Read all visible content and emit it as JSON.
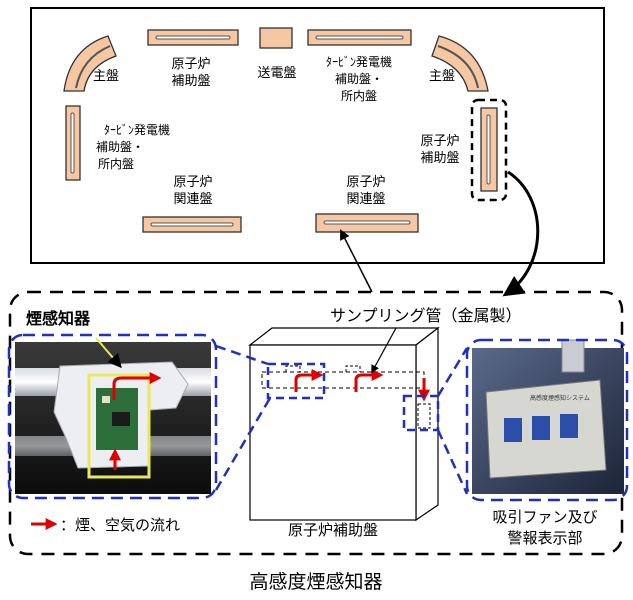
{
  "control_room": {
    "panels": {
      "main_left": "主盤",
      "main_right": "主盤",
      "reactor_aux_top_l1": "原子炉",
      "reactor_aux_top_l2": "補助盤",
      "transmission": "送電盤",
      "turbine_top_l1": "ﾀｰﾋﾞﾝ発電機",
      "turbine_top_l2": "補助盤・",
      "turbine_top_l3": "所内盤",
      "turbine_left_l1": "ﾀｰﾋﾞﾝ発電機",
      "turbine_left_l2": "補助盤・",
      "turbine_left_l3": "所内盤",
      "reactor_aux_right_l1": "原子炉",
      "reactor_aux_right_l2": "補助盤",
      "reactor_rel_left_l1": "原子炉",
      "reactor_rel_left_l2": "関連盤",
      "reactor_rel_right_l1": "原子炉",
      "reactor_rel_right_l2": "関連盤"
    }
  },
  "detail": {
    "smoke_detector_label": "煙感知器",
    "sampling_pipe_label": "サンプリング管（金属製）",
    "legend_text": "：煙、空気の流れ",
    "reactor_aux_panel_caption": "原子炉補助盤",
    "fan_caption_l1": "吸引ファン及び",
    "fan_caption_l2": "警報表示部",
    "unit_plate_text": "高感度煙感知システム"
  },
  "caption": "高感度煙感知器",
  "colors": {
    "panel_fill": "#f5c8a3",
    "panel_stroke": "#333333",
    "dash_blue": "#1f2fbf",
    "flow_red": "#e00000",
    "detector_frame": "#e8e85a"
  }
}
